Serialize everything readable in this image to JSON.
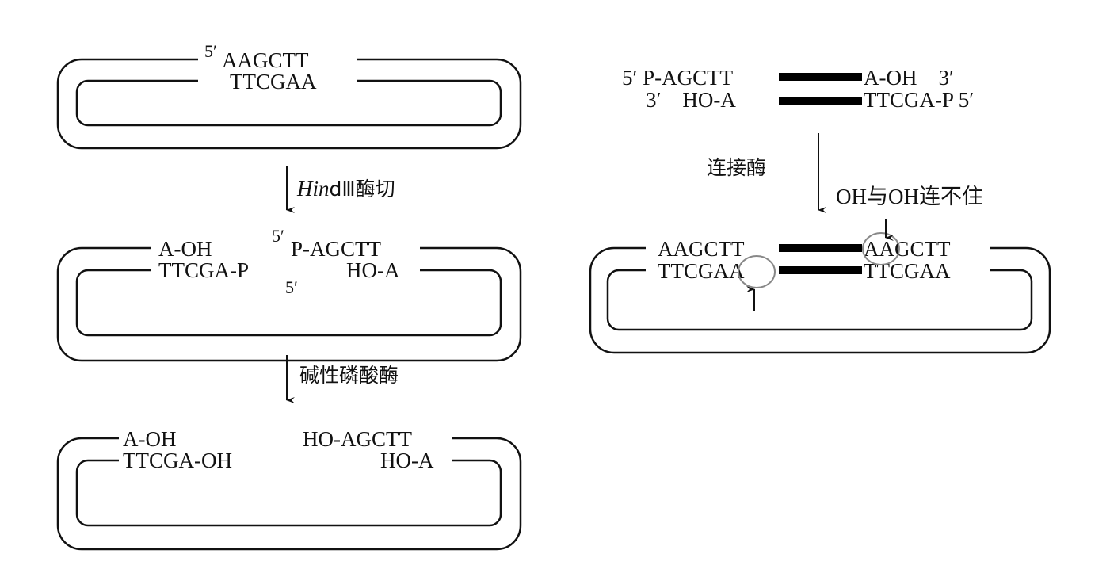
{
  "panel1": {
    "top_prime": "5′",
    "top_seq": "AAGCTT",
    "bottom_seq": "TTCGAA"
  },
  "step1": {
    "enzyme_italic": "Hin",
    "enzyme_rest": "dⅢ酶切"
  },
  "panel2": {
    "top_left": "A-OH",
    "top_prime": "5′",
    "top_right": "P-AGCTT",
    "bottom_left": "TTCGA-P",
    "bottom_prime": "5′",
    "bottom_right": "HO-A"
  },
  "step2": {
    "label": "碱性磷酸酶"
  },
  "panel3": {
    "top_left": "A-OH",
    "top_right": "HO-AGCTT",
    "bottom_left": "TTCGA-OH",
    "bottom_right": "HO-A"
  },
  "insert": {
    "top_left": "5′ P-AGCTT",
    "top_right": "A-OH    3′",
    "bottom_left": "3′    HO-A",
    "bottom_right": "TTCGA-P 5′"
  },
  "step3": {
    "label": "连接酶",
    "note": "OH与OH连不住"
  },
  "result": {
    "top_left": "AAGCTT",
    "top_right": "AAGCTT",
    "bottom_left": "TTCGAA",
    "bottom_right": "TTCGAA"
  }
}
